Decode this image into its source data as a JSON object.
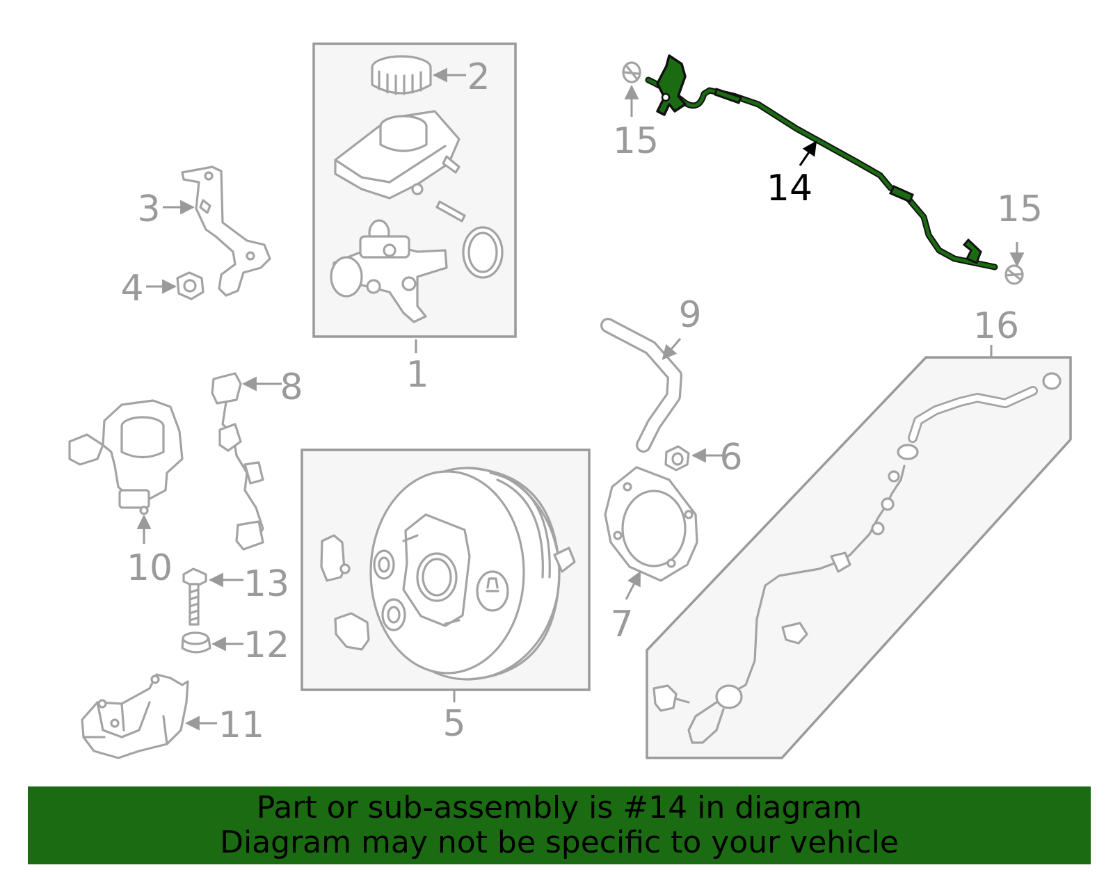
{
  "colors": {
    "highlight": "#1b6b12",
    "banner_bg": "#1b6b12",
    "line_gray": "#a3a3a3",
    "label_gray": "#9a9a9a"
  },
  "highlighted_part": "14",
  "callouts": {
    "c1": "1",
    "c2": "2",
    "c3": "3",
    "c4": "4",
    "c5": "5",
    "c6": "6",
    "c7": "7",
    "c8": "8",
    "c9": "9",
    "c10": "10",
    "c11": "11",
    "c12": "12",
    "c13": "13",
    "c14": "14",
    "c15a": "15",
    "c15b": "15",
    "c16": "16"
  },
  "banner": {
    "line1": "Part or sub-assembly is #14 in diagram",
    "line2": "Diagram may not be specific to your vehicle"
  }
}
